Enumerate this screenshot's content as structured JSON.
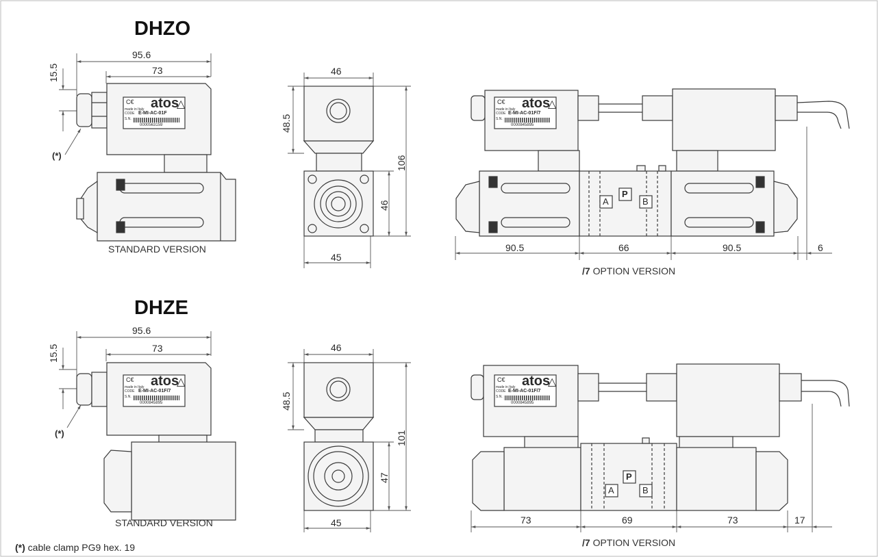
{
  "titles": {
    "top": "DHZO",
    "bottom": "DHZE"
  },
  "captions": {
    "standard": "STANDARD VERSION",
    "option_prefix": "/7",
    "option_suffix": " OPTION VERSION",
    "footnote_mark": "(*)",
    "footnote_text": " cable clamp PG9 hex. 19",
    "asterisk": "(*)"
  },
  "dhzo": {
    "side": {
      "overall": "95.6",
      "body": "73",
      "offset": "15.5"
    },
    "front": {
      "width_top": "46",
      "height_coil": "48.5",
      "height_total": "106",
      "height_body": "46",
      "width_bottom": "45"
    },
    "option": {
      "left": "90.5",
      "mid": "66",
      "right": "90.5",
      "extra": "6"
    },
    "label": {
      "brand": "atos",
      "code_tag": "CODE",
      "code": "E-MI-AC-01F",
      "code7": "E-MI-AC-01F/7",
      "made": "made in Italy",
      "sn_tag": "S.N.",
      "serial": "0000563159",
      "serial7": "0000845895"
    }
  },
  "dhze": {
    "side": {
      "overall": "95.6",
      "body": "73",
      "offset": "15.5"
    },
    "front": {
      "width_top": "46",
      "height_coil": "48.5",
      "height_total": "101",
      "height_body": "47",
      "width_bottom": "45"
    },
    "option": {
      "left": "73",
      "mid": "69",
      "right": "73",
      "extra": "17"
    },
    "label": {
      "code": "E-MI-AC-01F/7",
      "serial": "0000845895"
    }
  },
  "ports": {
    "a": "A",
    "p": "P",
    "b": "B"
  },
  "colors": {
    "line": "#3a3a3a",
    "fill": "#f2f2f2",
    "dim_line": "#555555"
  }
}
